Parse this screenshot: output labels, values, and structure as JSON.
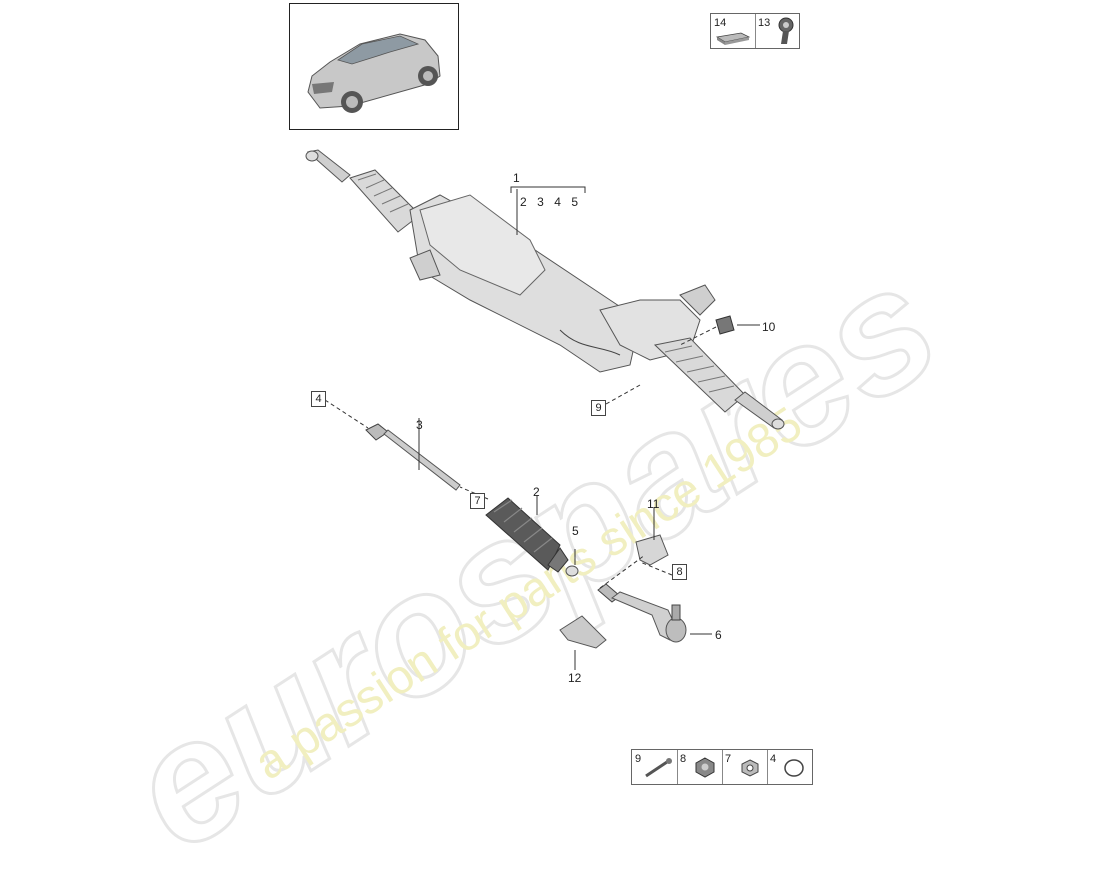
{
  "watermark": {
    "brand": "eurospares",
    "tagline": "a passion for parts since 1985"
  },
  "legend_top": [
    {
      "num": "14",
      "icon": "sealant-pack-icon"
    },
    {
      "num": "13",
      "icon": "tool-icon"
    }
  ],
  "legend_bottom": [
    {
      "num": "9",
      "icon": "bolt-icon"
    },
    {
      "num": "8",
      "icon": "nut-icon"
    },
    {
      "num": "7",
      "icon": "hex-nut-icon"
    },
    {
      "num": "4",
      "icon": "o-ring-icon"
    }
  ],
  "callouts": {
    "c1": "1",
    "c2345": [
      "2",
      "3",
      "4",
      "5"
    ],
    "c2": "2",
    "c3": "3",
    "c4": "4",
    "c5": "5",
    "c6": "6",
    "c7": "7",
    "c8": "8",
    "c9": "9",
    "c10": "10",
    "c11": "11",
    "c12": "12"
  },
  "colors": {
    "part_fill": "#dcdcdc",
    "part_stroke": "#555555",
    "watermark_outline": "#e6e6e6",
    "watermark_tagline": "#f1efc0"
  }
}
